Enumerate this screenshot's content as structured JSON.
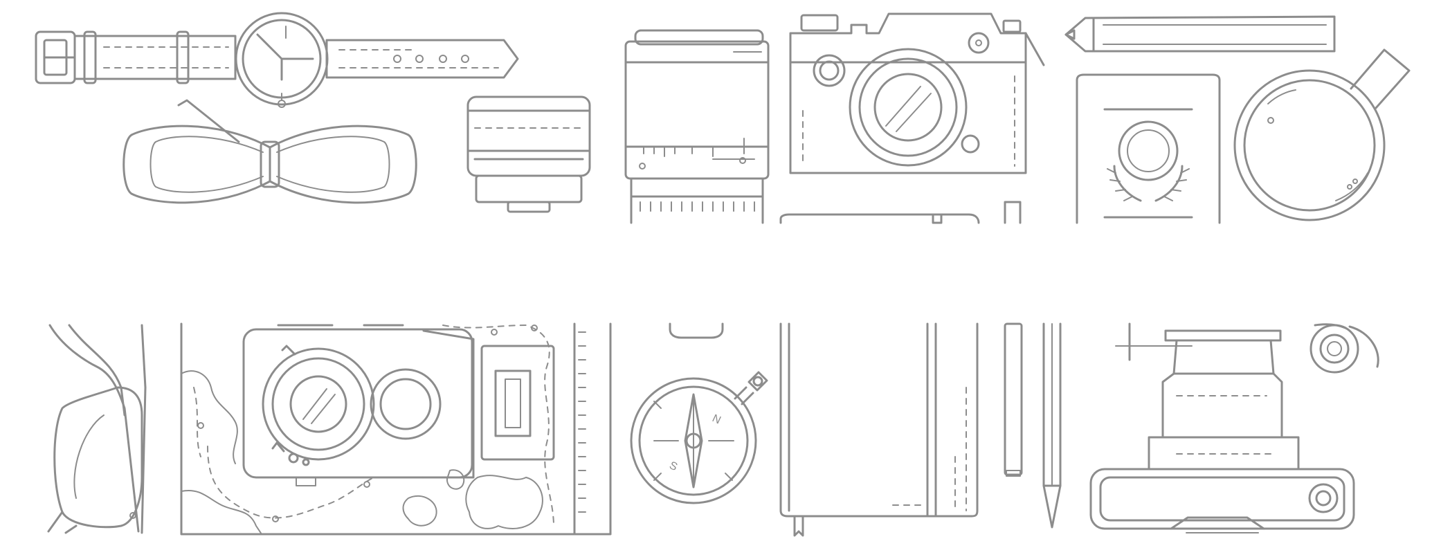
{
  "illustration": {
    "style": "travel gear line-art icon set",
    "stroke_color": "#8c8c8c",
    "background_color": "#ffffff",
    "compass": {
      "north_label": "N",
      "south_label": "S"
    },
    "icons": [
      "watch-icon",
      "bowtie-icon",
      "camera-lens-icon",
      "telephoto-lens-icon",
      "film-camera-icon",
      "pencil-icon",
      "passport-icon",
      "coffee-mug-icon",
      "sunglasses-icon",
      "map-icon",
      "twin-lens-camera-icon",
      "compass-icon",
      "notebook-icon",
      "pen-icon",
      "instant-camera-icon",
      "tape-roll-icon"
    ]
  }
}
